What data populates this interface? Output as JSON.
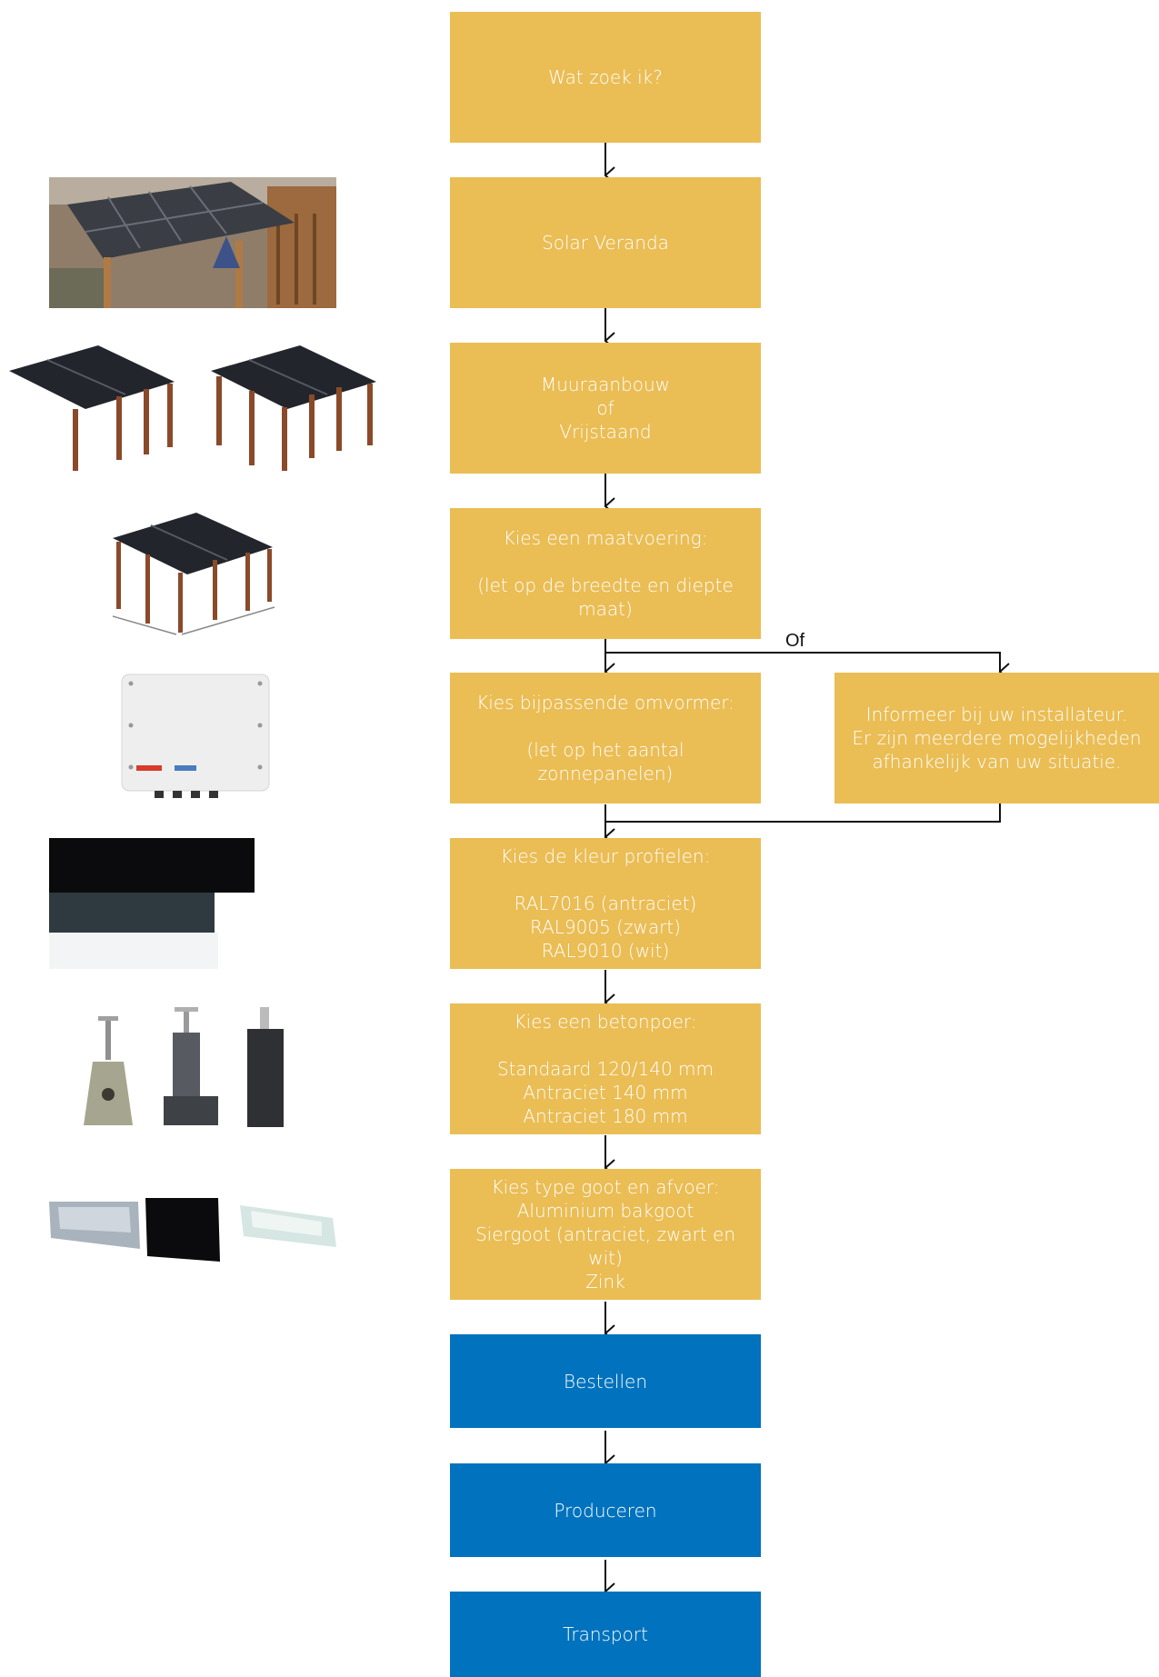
{
  "colors": {
    "step": "#eabd55",
    "action": "#0172bd",
    "line": "#111111"
  },
  "steps": [
    {
      "lines": [
        "Wat zoek ik?"
      ]
    },
    {
      "lines": [
        "Solar Veranda"
      ]
    },
    {
      "lines": [
        "Muuraanbouw",
        "of",
        "Vrijstaand"
      ]
    },
    {
      "lines": [
        "Kies een maatvoering:",
        "",
        "(let op de breedte en diepte maat)"
      ]
    },
    {
      "lines": [
        "Kies bijpassende omvormer:",
        "",
        "(let op het aantal zonnepanelen)"
      ]
    },
    {
      "lines": [
        "Kies de kleur profielen:",
        "",
        "RAL7016 (antraciet)",
        "RAL9005 (zwart)",
        "RAL9010 (wit)"
      ]
    },
    {
      "lines": [
        "Kies een betonpoer:",
        "",
        "Standaard 120/140 mm",
        "Antraciet 140 mm",
        "Antraciet 180 mm"
      ]
    },
    {
      "lines": [
        "Kies type goot en afvoer:",
        "Aluminium bakgoot",
        "Siergoot (antraciet, zwart en wit)",
        "Zink"
      ]
    },
    {
      "lines": [
        "Bestellen"
      ]
    },
    {
      "lines": [
        "Produceren"
      ]
    },
    {
      "lines": [
        "Transport"
      ]
    }
  ],
  "alternative": {
    "label": "Of",
    "lines": [
      "Informeer bij uw installateur.",
      "Er zijn meerdere mogelijkheden",
      "afhankelijk van uw situatie."
    ]
  }
}
